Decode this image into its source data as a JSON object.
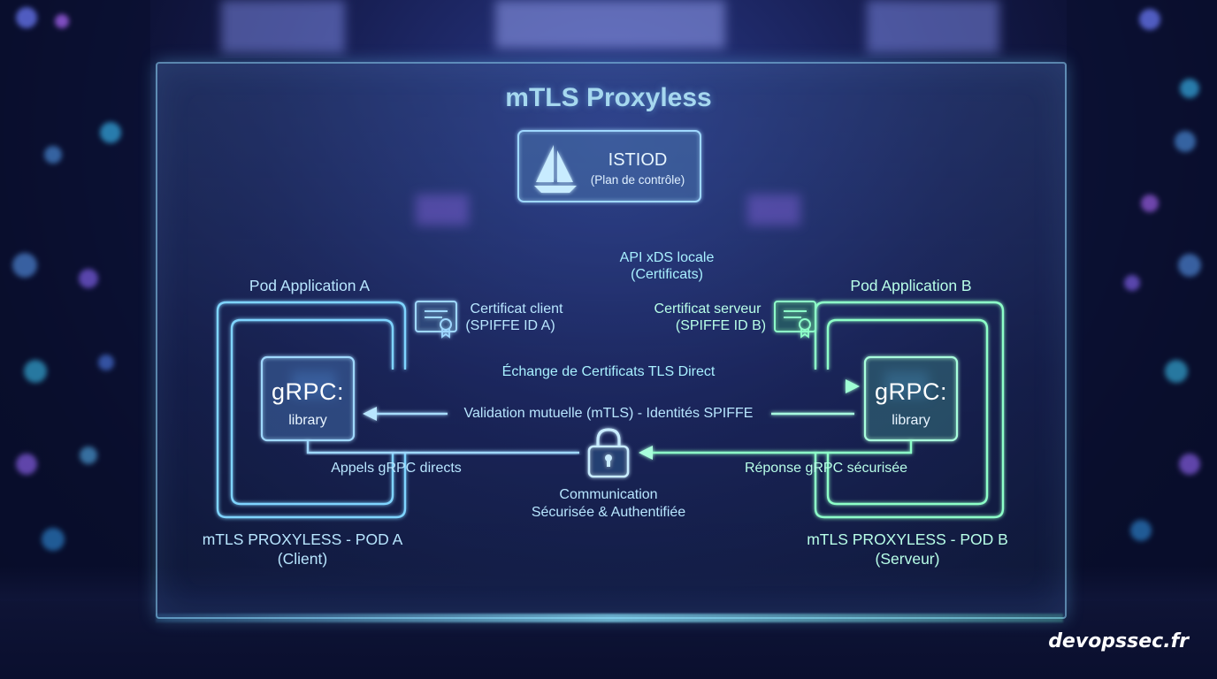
{
  "title": "mTLS Proxyless",
  "istiod": {
    "name": "ISTIOD",
    "subtitle": "(Plan de contrôle)"
  },
  "xds": {
    "line1": "API xDS locale",
    "line2": "(Certificats)"
  },
  "pod_a": {
    "heading": "Pod Application A",
    "grpc": "gRPC:",
    "library": "library",
    "cert_line1": "Certificat client",
    "cert_line2": "(SPIFFE ID A)",
    "footer_line1": "mTLS PROXYLESS - POD A",
    "footer_line2": "(Client)"
  },
  "pod_b": {
    "heading": "Pod Application B",
    "grpc": "gRPC:",
    "library": "library",
    "cert_line1": "Certificat serveur",
    "cert_line2": "(SPIFFE ID B)",
    "footer_line1": "mTLS PROXYLESS - POD B",
    "footer_line2": "(Serveur)"
  },
  "flows": {
    "exchange": "Échange de Certificats TLS Direct",
    "validation": "Validation mutuelle (mTLS) - Identités SPIFFE",
    "calls": "Appels gRPC directs",
    "response": "Réponse gRPC sécurisée"
  },
  "secure": {
    "line1": "Communication",
    "line2": "Sécurisée & Authentifiée"
  },
  "watermark": "devopssec.fr",
  "colors": {
    "blue": "#7fd4ff",
    "cyan": "#8ff0ff",
    "green": "#8dffc8"
  },
  "icons": [
    "sailboat-icon",
    "certificate-icon",
    "lock-icon"
  ]
}
